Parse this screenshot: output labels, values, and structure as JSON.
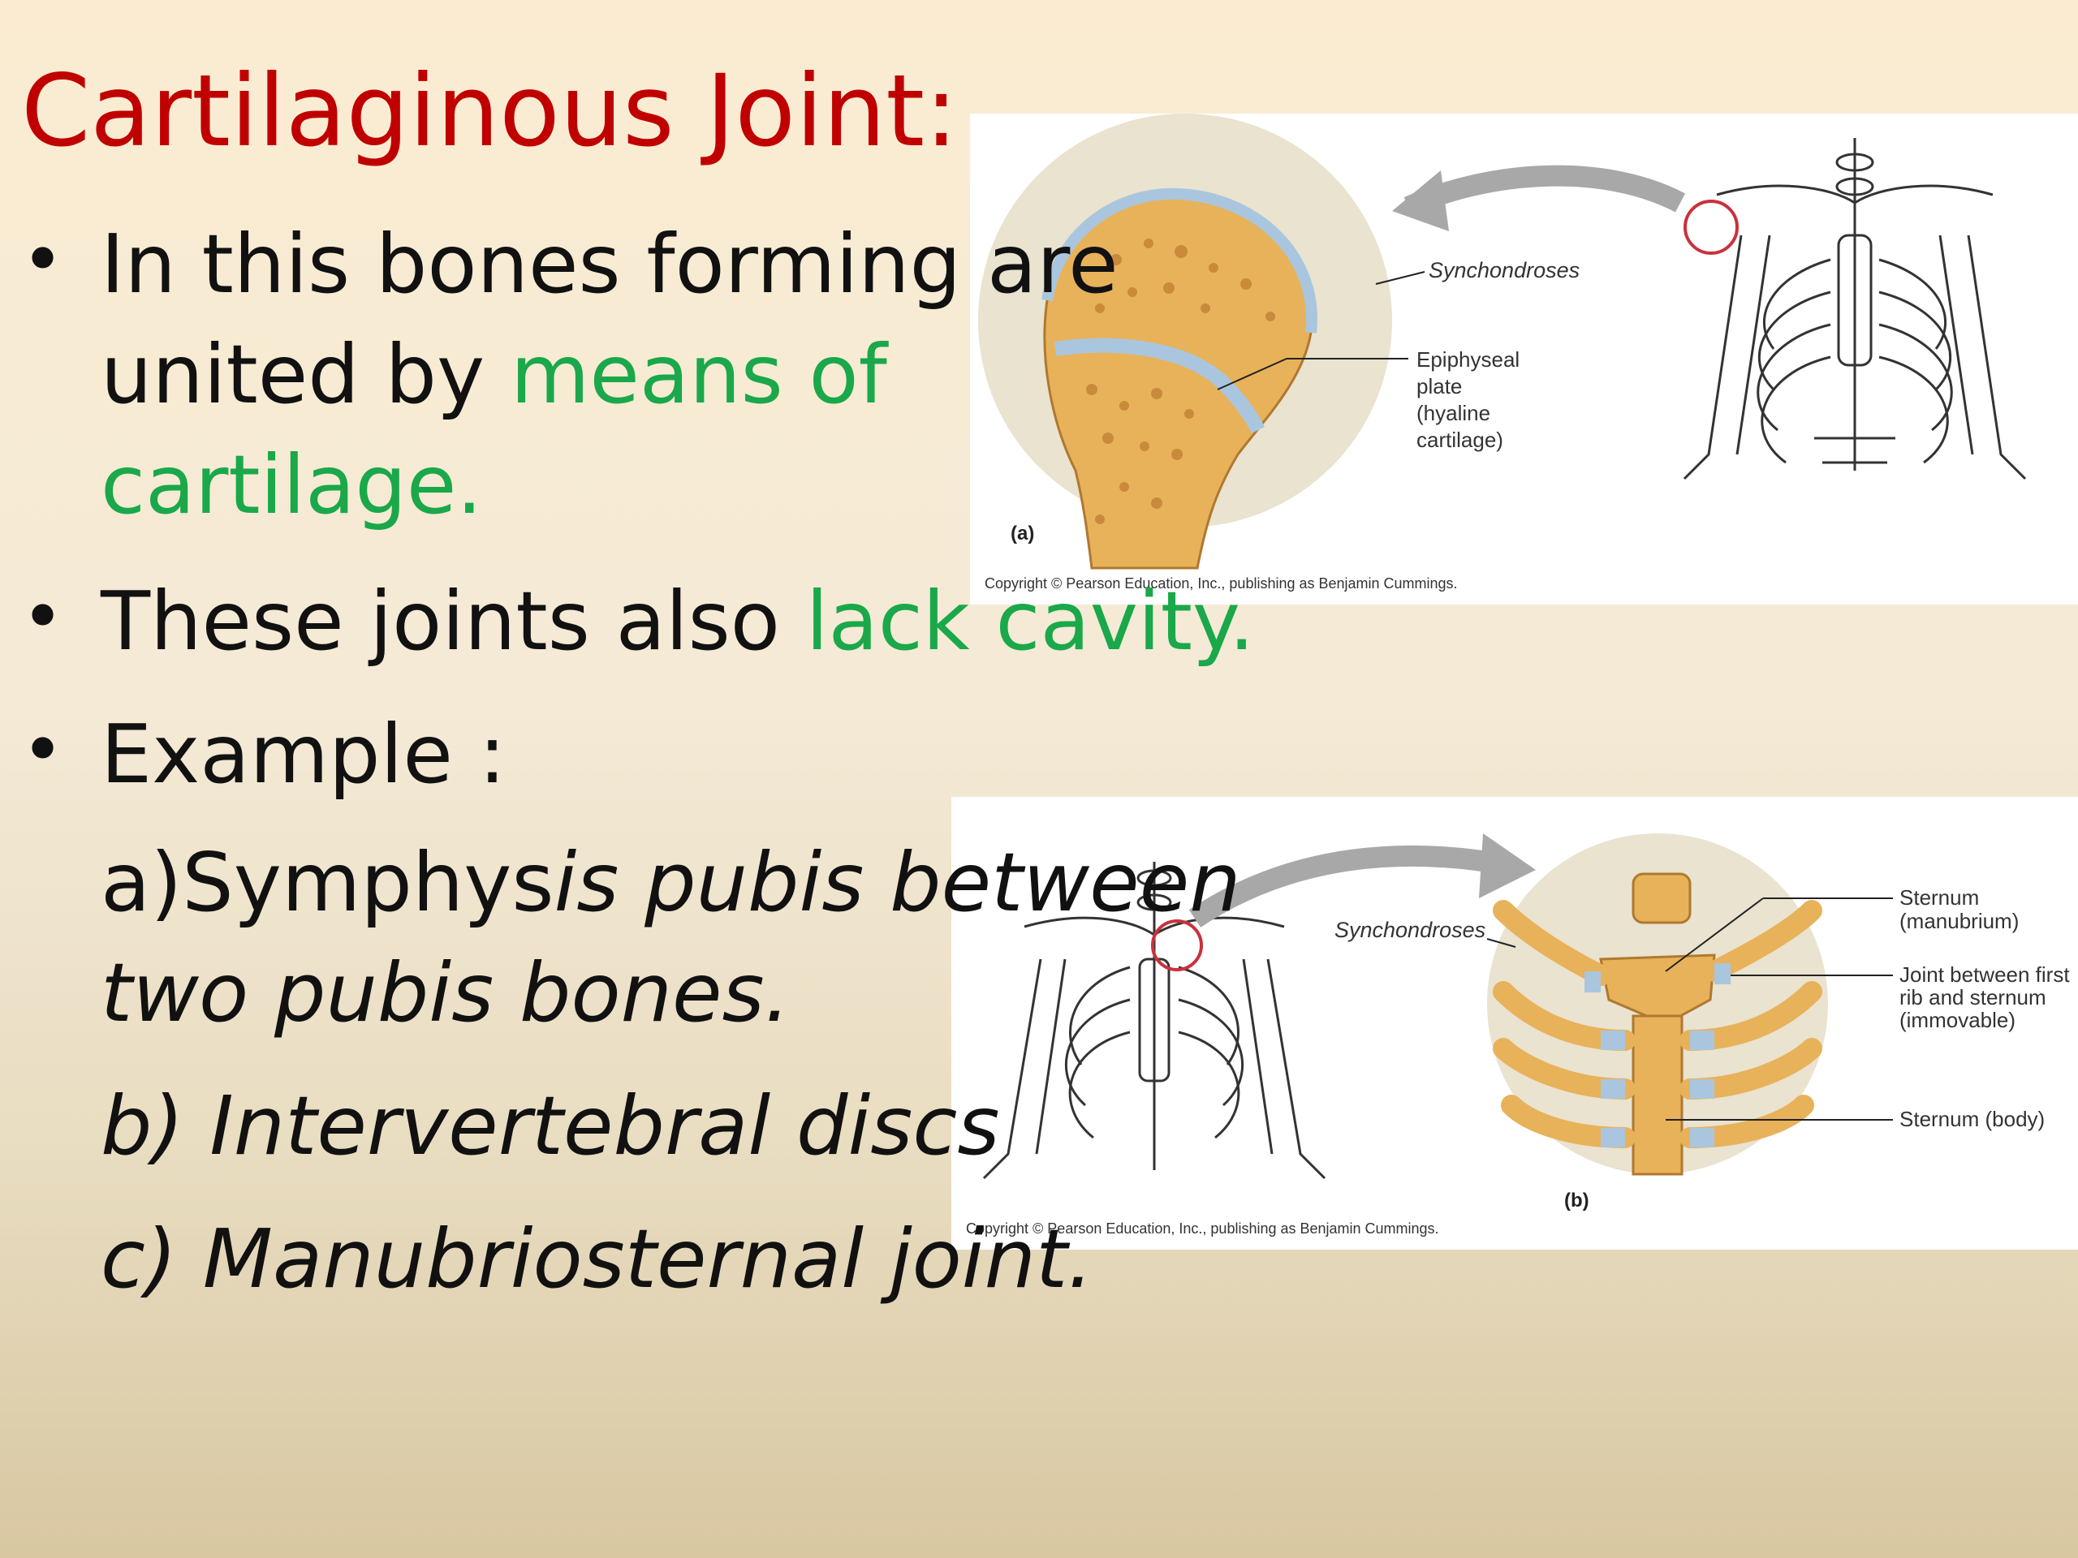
{
  "slide": {
    "title": "Cartilaginous  Joint:",
    "bullet1": {
      "part1": "In this bones forming are",
      "part2": "united by ",
      "part2_green": "means of",
      "part3_green": "cartilage."
    },
    "bullet2": {
      "part1": "These joints also ",
      "part1_green": "lack cavity."
    },
    "bullet3": {
      "text": "Example :"
    },
    "example_a": {
      "line1_normal": "a)Symphys",
      "line1_italic": "is pubis between",
      "line2": "two pubis bones."
    },
    "example_b": "b) Intervertebral discs",
    "example_c": "c) Manubriosternal joint.",
    "bullet_char": "•"
  },
  "figure_a": {
    "label_synchondroses": "Synchondroses",
    "label_plate_1": "Epiphyseal",
    "label_plate_2": "plate",
    "label_plate_3": "(hyaline",
    "label_plate_4": "cartilage)",
    "panel": "(a)",
    "copyright": "Copyright © Pearson Education, Inc., publishing as Benjamin Cummings."
  },
  "figure_b": {
    "label_synchondroses": "Synchondroses",
    "label_manubrium_1": "Sternum",
    "label_manubrium_2": "(manubrium)",
    "label_joint_1": "Joint between first",
    "label_joint_2": "rib and sternum",
    "label_joint_3": "(immovable)",
    "label_body": "Sternum (body)",
    "panel": "(b)",
    "copyright": "Copyright © Pearson Education, Inc., publishing as Benjamin Cummings."
  },
  "colors": {
    "title": "#c00000",
    "highlight": "#1aa84a",
    "bone": "#e8b25a",
    "cartilage": "#a9c6de"
  }
}
